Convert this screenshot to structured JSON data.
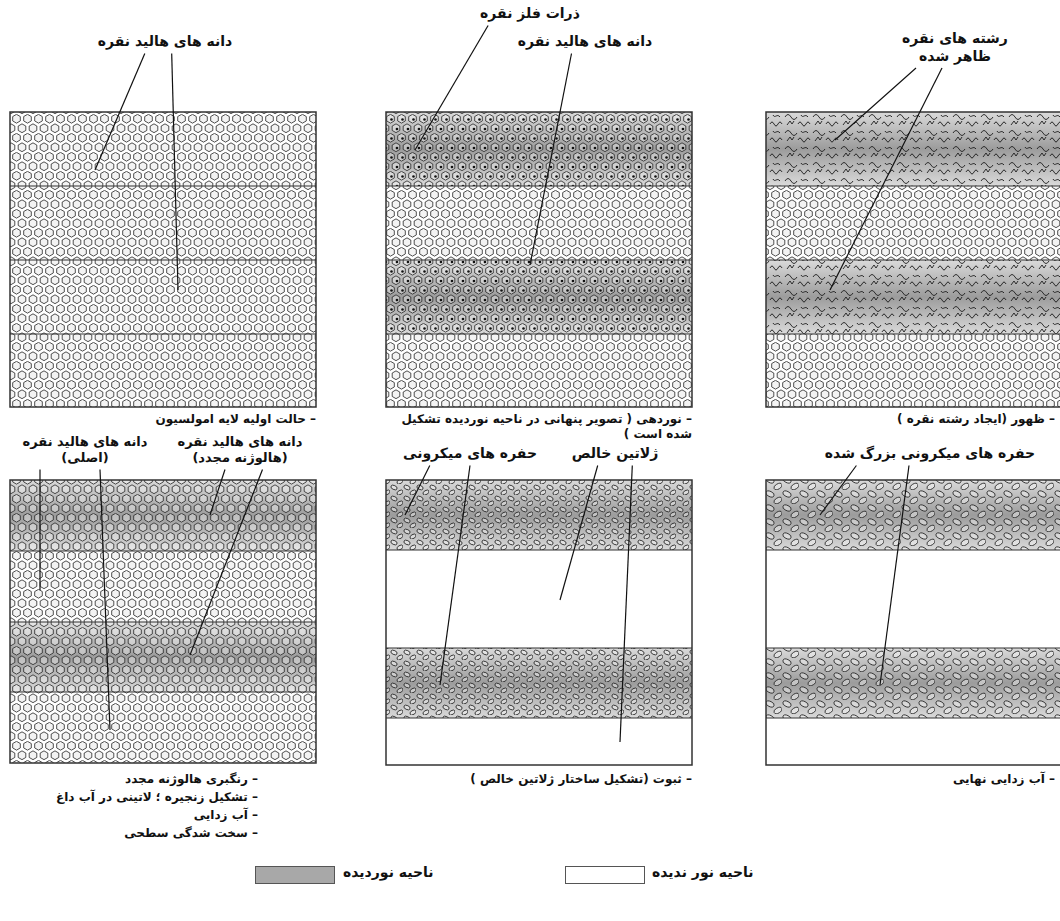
{
  "diagram": {
    "labels": [
      "دانه های هالید نقره",
      "ذرات فلز نقره",
      "دانه های هالید نقره",
      "رشته های نقره ظاهر شده",
      "– حالت اولیه لایه امولسیون",
      "– نوردهی ( تصویر پنهانی در ناحیه نوردیده تشکیل شده است )",
      "– ظهور (ایجاد رشته نقره )",
      "دانه های هالید نقره (اصلی)",
      "حفره های میکرونی",
      "ژلاتین خالص",
      "حفره های میکرونی بزرگ شده",
      "دانه های هالید نقره (هالوژنه مجدد)",
      "– رنگبری هالوژنه مجدد",
      "– تشکیل زنجیره ؛ لاتینی در آب داغ",
      "– آب زدایی",
      "– سخت شدگی سطحی",
      "– ثبوت (تشکیل ساختار ژلاتین خالص )",
      "– آب زدایی نهایی"
    ],
    "legend": [
      {
        "text": "ناحیه نوردیده",
        "color": "#a8a8a8"
      },
      {
        "text": "ناحیه نور ندیده",
        "color": "#ffffff"
      }
    ]
  }
}
